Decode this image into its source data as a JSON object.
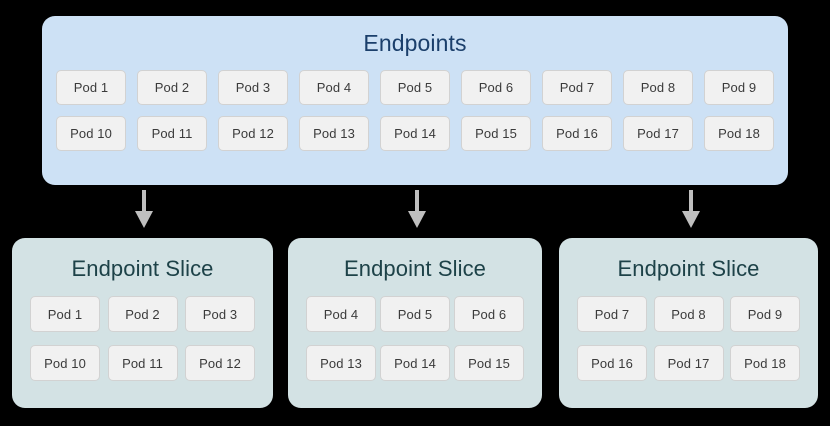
{
  "diagram": {
    "background_color": "#000000",
    "endpoints": {
      "title": "Endpoints",
      "panel_color": "#cde1f5",
      "title_color": "#1b3f6b",
      "rows": [
        [
          "Pod 1",
          "Pod 2",
          "Pod 3",
          "Pod 4",
          "Pod 5",
          "Pod 6",
          "Pod 7",
          "Pod 8",
          "Pod 9"
        ],
        [
          "Pod 10",
          "Pod 11",
          "Pod 12",
          "Pod 13",
          "Pod 14",
          "Pod 15",
          "Pod 16",
          "Pod 17",
          "Pod 18"
        ]
      ]
    },
    "arrows": {
      "color": "#bfbfbf",
      "count": 3,
      "direction": "down"
    },
    "slices": [
      {
        "title": "Endpoint Slice",
        "panel_color": "#d3e2e4",
        "title_color": "#1d4248",
        "rows": [
          [
            "Pod 1",
            "Pod 2",
            "Pod 3"
          ],
          [
            "Pod 10",
            "Pod 11",
            "Pod 12"
          ]
        ]
      },
      {
        "title": "Endpoint Slice",
        "panel_color": "#d3e2e4",
        "title_color": "#1d4248",
        "rows": [
          [
            "Pod 4",
            "Pod 5",
            "Pod 6"
          ],
          [
            "Pod 13",
            "Pod 14",
            "Pod 15"
          ]
        ]
      },
      {
        "title": "Endpoint Slice",
        "panel_color": "#d3e2e4",
        "title_color": "#1d4248",
        "rows": [
          [
            "Pod 7",
            "Pod 8",
            "Pod 9"
          ],
          [
            "Pod 16",
            "Pod 17",
            "Pod 18"
          ]
        ]
      }
    ],
    "chip_style": {
      "background": "#f1f1f1",
      "border_color": "#d2d2d2",
      "text_color": "#3b3b3b"
    }
  }
}
